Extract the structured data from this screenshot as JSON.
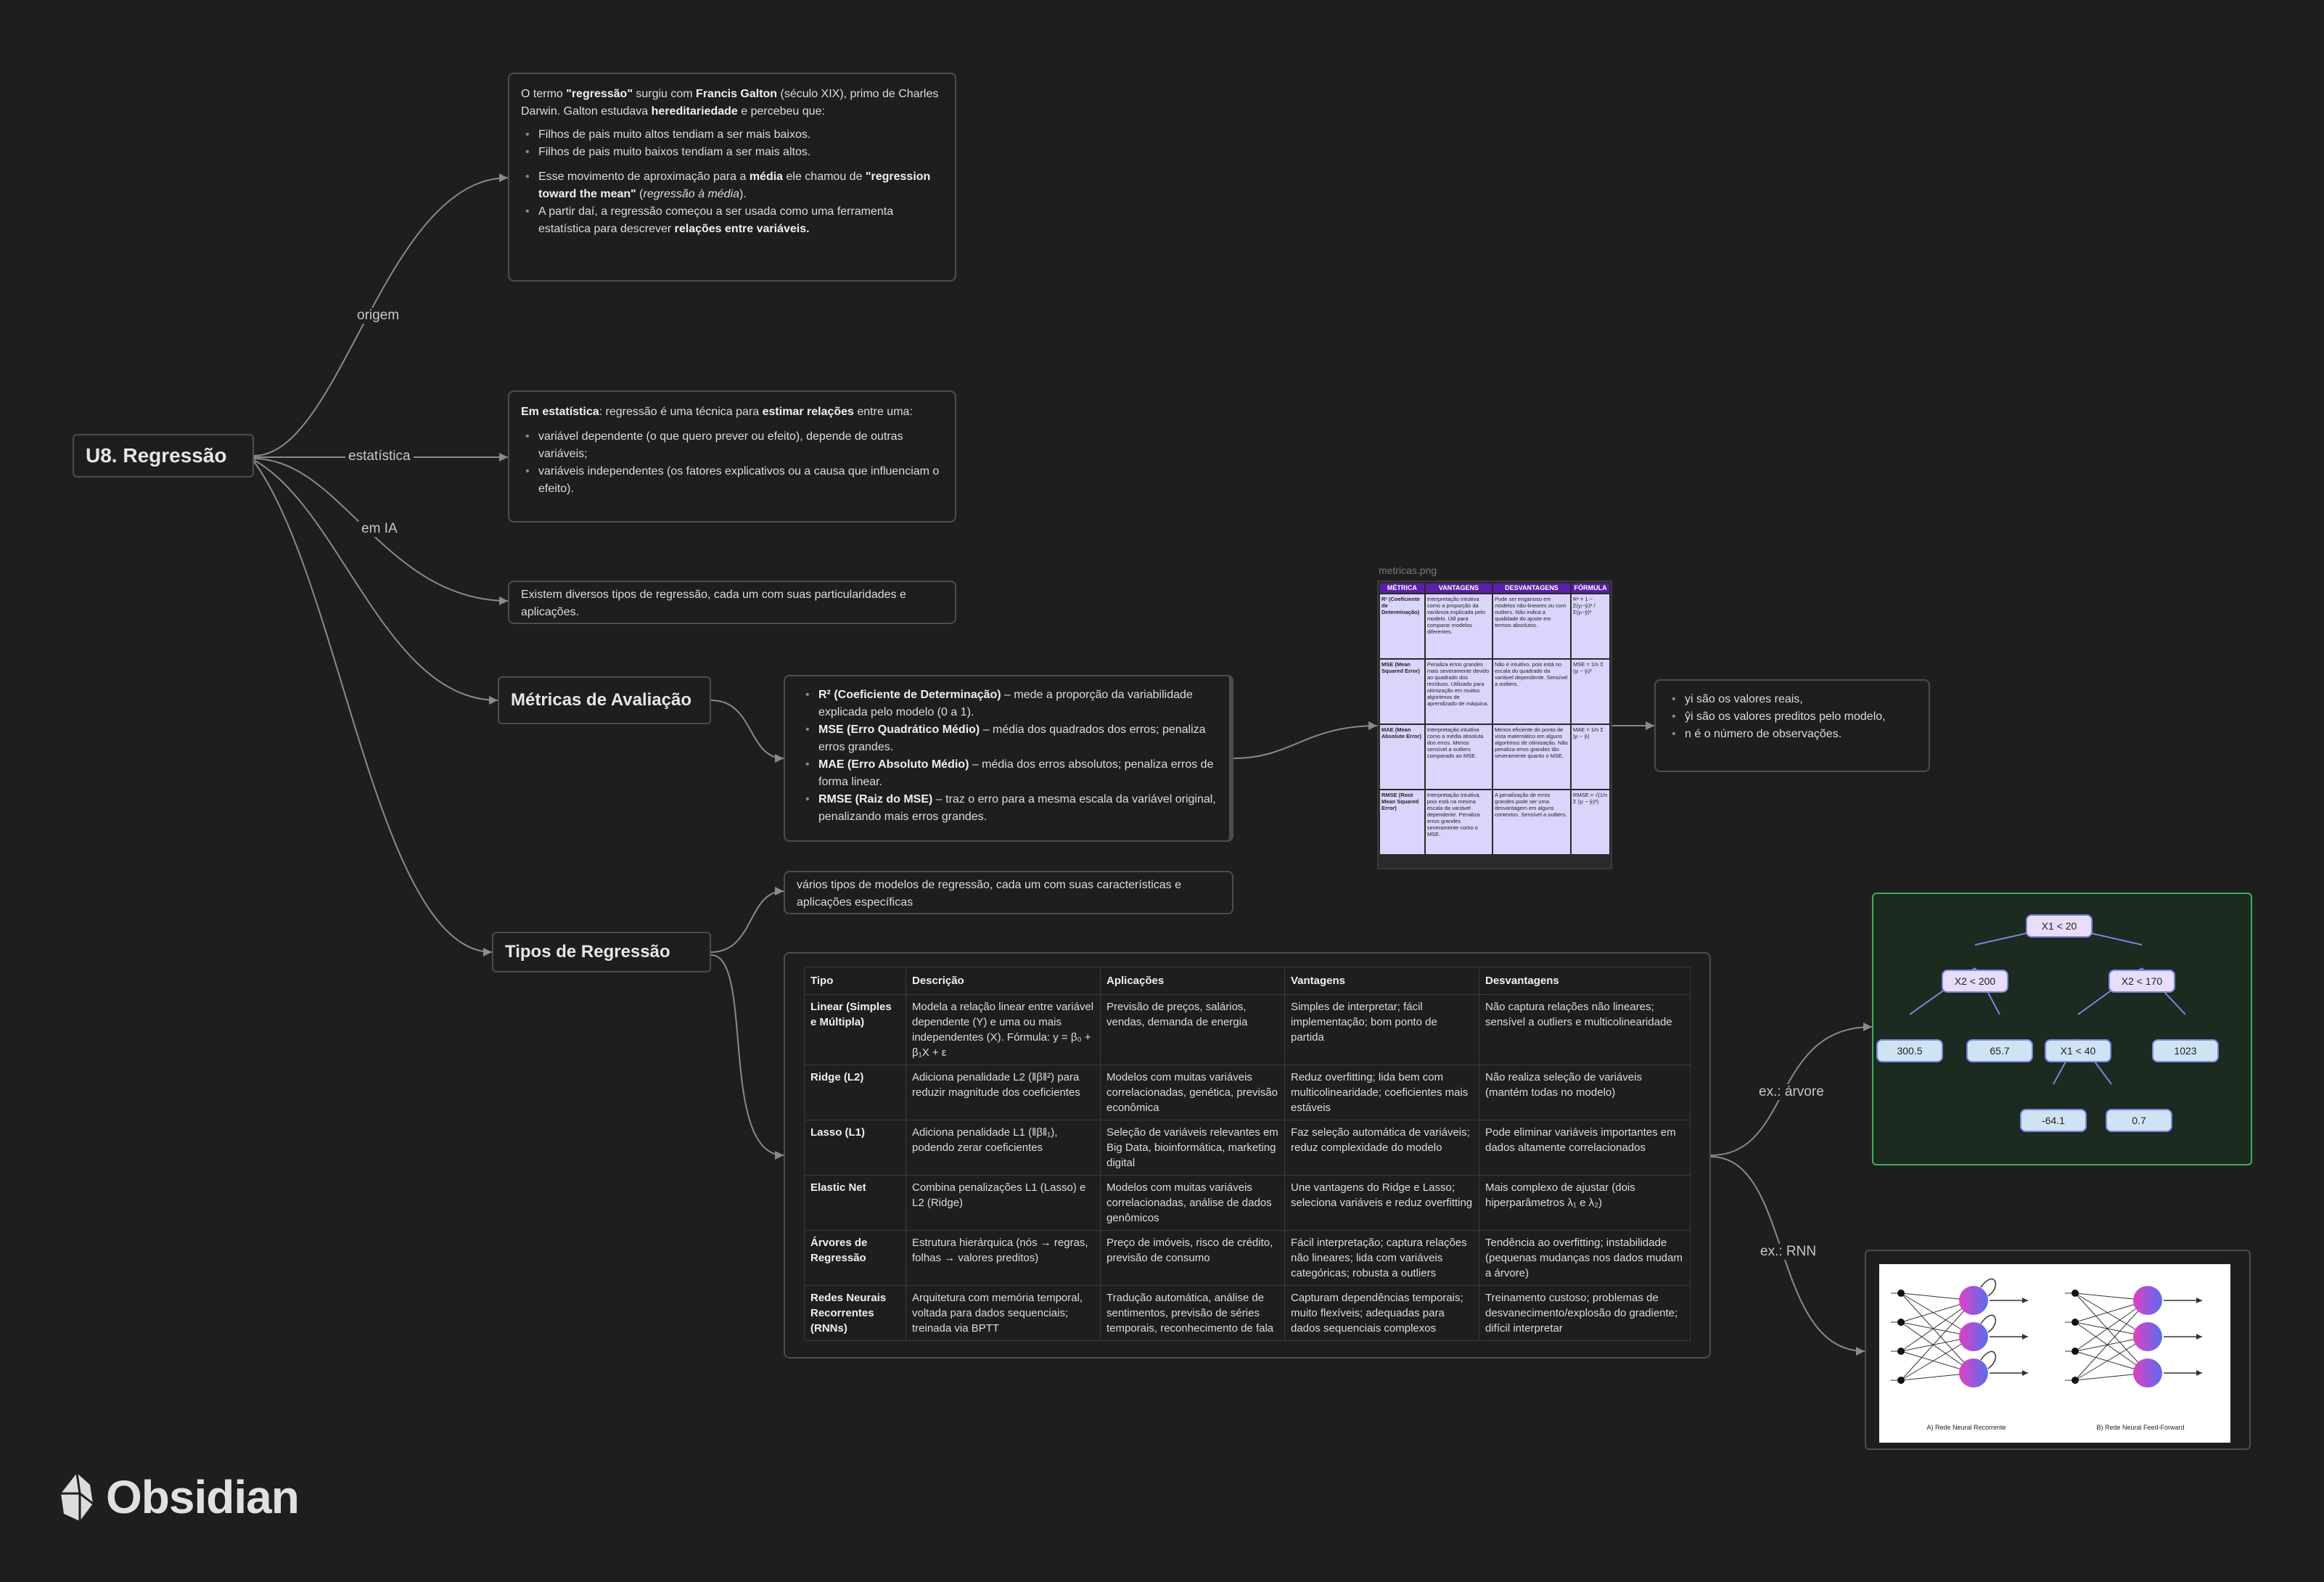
{
  "root": {
    "title": "U8. Regressão"
  },
  "edges": {
    "origem": "origem",
    "estatistica": "estatística",
    "em_ia": "em IA",
    "ex_arvore": "ex.: árvore",
    "ex_rnn": "ex.: RNN"
  },
  "origem_card": {
    "p1_a": "O termo ",
    "p1_b": "\"regressão\"",
    "p1_c": " surgiu com ",
    "p1_d": "Francis Galton",
    "p1_e": " (século XIX), primo de Charles Darwin. Galton estudava ",
    "p1_f": "hereditariedade",
    "p1_g": " e percebeu que:",
    "b1": "Filhos de pais muito altos tendiam a ser mais baixos.",
    "b2": "Filhos de pais muito baixos tendiam a ser mais altos.",
    "b3_a": "Esse movimento de aproximação para a ",
    "b3_b": "média",
    "b3_c": " ele chamou de ",
    "b3_d": "\"regression toward the mean\"",
    "b3_e": " (",
    "b3_f": "regressão à média",
    "b3_g": ").",
    "b4_a": "A partir daí, a regressão começou a ser usada como uma ferramenta estatística para descrever ",
    "b4_b": "relações entre variáveis."
  },
  "estat_card": {
    "p_a": "Em estatística",
    "p_b": ": regressão é uma técnica para ",
    "p_c": "estimar relações",
    "p_d": " entre uma:",
    "b1": "variável dependente (o que quero prever ou efeito), depende de outras variáveis;",
    "b2": "variáveis independentes (os fatores explicativos ou a causa que influenciam o efeito)."
  },
  "ia_card": {
    "text": "Existem diversos tipos de regressão, cada um com suas particularidades e aplicações."
  },
  "metricas_node": {
    "title": "Métricas de Avaliação"
  },
  "metricas_card": {
    "r2_a": "R² (Coeficiente de Determinação)",
    "r2_b": " – mede a proporção da variabilidade explicada pelo modelo (0 a 1).",
    "mse_a": "MSE (Erro Quadrático Médio)",
    "mse_b": " – média dos quadrados dos erros; penaliza erros grandes.",
    "mae_a": "MAE (Erro Absoluto Médio)",
    "mae_b": " – média dos erros absolutos; penaliza erros de forma linear.",
    "rmse_a": "RMSE (Raiz do MSE)",
    "rmse_b": " – traz o erro para a mesma escala da variável original, penalizando mais erros grandes."
  },
  "metric_image": {
    "filename": "metricas.png",
    "headers": [
      "MÉTRICA",
      "VANTAGENS",
      "DESVANTAGENS",
      "FÓRMULA"
    ],
    "rows": [
      [
        "R² (Coeficiente de Determinação)",
        "Interpretação intuitiva como a proporção da variância explicada pelo modelo. Útil para comparar modelos diferentes.",
        "Pode ser enganoso em modelos não-lineares ou com outliers. Não indica a qualidade do ajuste em termos absolutos.",
        "R² = 1 − Σ(yᵢ−ŷᵢ)² / Σ(yᵢ−ȳ)²"
      ],
      [
        "MSE (Mean Squared Error)",
        "Penaliza erros grandes mais severamente devido ao quadrado dos resíduos. Utilizado para otimização em muitos algoritmos de aprendizado de máquina.",
        "Não é intuitivo, pois está no escala do quadrado da variável dependente. Sensível a outliers.",
        "MSE = 1/n Σ (yᵢ − ŷᵢ)²"
      ],
      [
        "MAE (Mean Absolute Error)",
        "Interpretação intuitiva como a média absoluta dos erros. Menos sensível a outliers comparado ao MSE.",
        "Menos eficiente do ponto de vista matemático em alguns algoritmos de otimização. Não penaliza erros grandes tão severamente quanto o MSE.",
        "MAE = 1/n Σ |yᵢ − ŷᵢ|"
      ],
      [
        "RMSE (Root Mean Squared Error)",
        "Interpretação intuitiva, pois está na mesma escala da variável dependente. Penaliza erros grandes severamente como o MSE.",
        "A penalização de erros grandes pode ser uma desvantagem em alguns contextos. Sensível a outliers.",
        "RMSE = √(1/n Σ (yᵢ − ŷᵢ)²)"
      ]
    ]
  },
  "legend_card": {
    "b1": "yi são os valores reais,",
    "b2": "ŷi são os valores preditos pelo modelo,",
    "b3": "n é o número de observações."
  },
  "tipos_node": {
    "title": "Tipos de Regressão"
  },
  "tipos_intro": {
    "text": "vários tipos de modelos de regressão, cada um com suas características e aplicações específicas"
  },
  "types_table": {
    "headers": [
      "Tipo",
      "Descrição",
      "Aplicações",
      "Vantagens",
      "Desvantagens"
    ],
    "rows": [
      [
        "Linear (Simples e Múltipla)",
        "Modela a relação linear entre variável dependente (Y) e uma ou mais independentes (X). Fórmula: y = β₀ + β₁X + ε",
        "Previsão de preços, salários, vendas, demanda de energia",
        "Simples de interpretar; fácil implementação; bom ponto de partida",
        "Não captura relações não lineares; sensível a outliers e multicolinearidade"
      ],
      [
        "Ridge (L2)",
        "Adiciona penalidade L2 (‖β‖²) para reduzir magnitude dos coeficientes",
        "Modelos com muitas variáveis correlacionadas, genética, previsão econômica",
        "Reduz overfitting; lida bem com multicolinearidade; coeficientes mais estáveis",
        "Não realiza seleção de variáveis (mantém todas no modelo)"
      ],
      [
        "Lasso (L1)",
        "Adiciona penalidade L1 (‖β‖₁), podendo zerar coeficientes",
        "Seleção de variáveis relevantes em Big Data, bioinformática, marketing digital",
        "Faz seleção automática de variáveis; reduz complexidade do modelo",
        "Pode eliminar variáveis importantes em dados altamente correlacionados"
      ],
      [
        "Elastic Net",
        "Combina penalizações L1 (Lasso) e L2 (Ridge)",
        "Modelos com muitas variáveis correlacionadas, análise de dados genômicos",
        "Une vantagens do Ridge e Lasso; seleciona variáveis e reduz overfitting",
        "Mais complexo de ajustar (dois hiperparâmetros λ₁ e λ₂)"
      ],
      [
        "Árvores de Regressão",
        "Estrutura hierárquica (nós → regras, folhas → valores preditos)",
        "Preço de imóveis, risco de crédito, previsão de consumo",
        "Fácil interpretação; captura relações não lineares; lida com variáveis categóricas; robusta a outliers",
        "Tendência ao overfitting; instabilidade (pequenas mudanças nos dados mudam a árvore)"
      ],
      [
        "Redes Neurais Recorrentes (RNNs)",
        "Arquitetura com memória temporal, voltada para dados sequenciais; treinada via BPTT",
        "Tradução automática, análise de sentimentos, previsão de séries temporais, reconhecimento de fala",
        "Capturam dependências temporais; muito flexíveis; adequadas para dados sequenciais complexos",
        "Treinamento custoso; problemas de desvanecimento/explosão do gradiente; difícil interpretar"
      ]
    ]
  },
  "tree": {
    "root": "X1 < 20",
    "left": "X2 < 200",
    "right": "X2 < 170",
    "ll": "300.5",
    "lr": "65.7",
    "rl": "X1 < 40",
    "rr": "1023",
    "rll": "-64.1",
    "rlr": "0.7"
  },
  "rnn": {
    "caption_a": "A) Rede Neural Recorrente",
    "caption_b": "B) Rede Neural Feed-Forward"
  },
  "brand": {
    "name": "Obsidian"
  },
  "colors": {
    "background": "#1e1e1e",
    "card_border": "#4d4d4d",
    "edge": "#8a8a8a",
    "tree_group": "#3fae5a",
    "table_header": "#5a1fa8"
  }
}
